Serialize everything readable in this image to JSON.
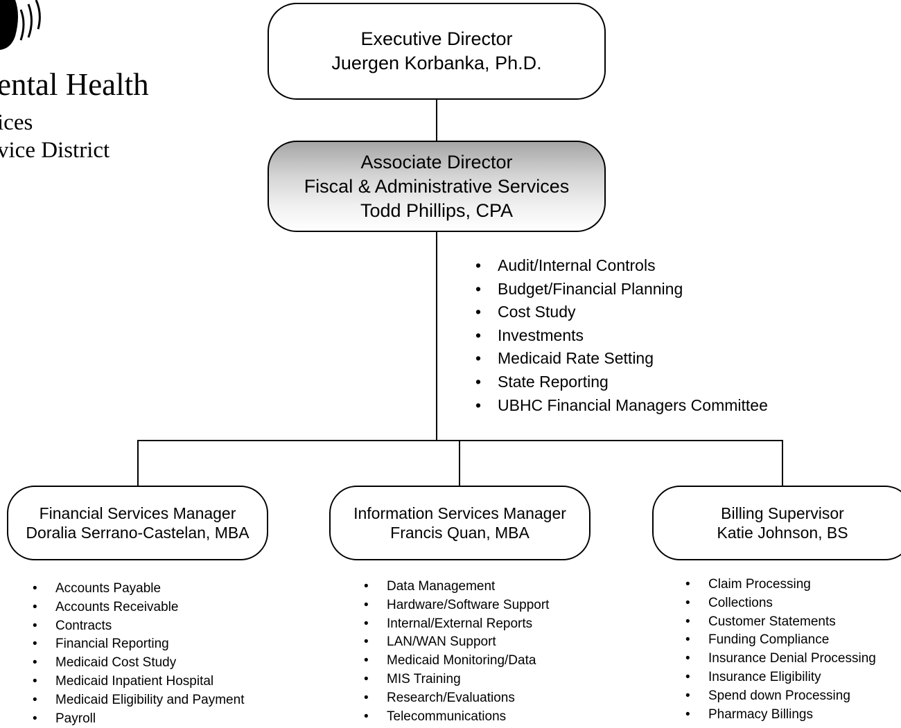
{
  "logo": {
    "line1": "ental Health",
    "line2": "ices",
    "line3": "vice District"
  },
  "executive": {
    "title": "Executive Director",
    "name": "Juergen Korbanka, Ph.D."
  },
  "associate": {
    "title": "Associate Director",
    "dept": "Fiscal & Administrative Services",
    "name": "Todd Phillips, CPA",
    "duties": [
      "Audit/Internal Controls",
      "Budget/Financial Planning",
      "Cost Study",
      "Investments",
      "Medicaid Rate Setting",
      "State Reporting",
      "UBHC Financial Managers Committee"
    ]
  },
  "financial": {
    "title": "Financial Services Manager",
    "name": "Doralia Serrano-Castelan, MBA",
    "duties": [
      "Accounts Payable",
      "Accounts Receivable",
      "Contracts",
      "Financial Reporting",
      "Medicaid Cost Study",
      "Medicaid Inpatient Hospital",
      "Medicaid Eligibility and Payment",
      "Payroll"
    ]
  },
  "information": {
    "title": "Information Services Manager",
    "name": "Francis Quan, MBA",
    "duties": [
      "Data Management",
      "Hardware/Software Support",
      "Internal/External Reports",
      "LAN/WAN Support",
      "Medicaid Monitoring/Data",
      "MIS Training",
      "Research/Evaluations",
      "Telecommunications"
    ]
  },
  "billing": {
    "title": "Billing Supervisor",
    "name": "Katie Johnson, BS",
    "duties": [
      "Claim Processing",
      "Collections",
      "Customer Statements",
      "Funding Compliance",
      "Insurance Denial Processing",
      "Insurance Eligibility",
      "Spend down Processing",
      "Pharmacy Billings"
    ]
  }
}
